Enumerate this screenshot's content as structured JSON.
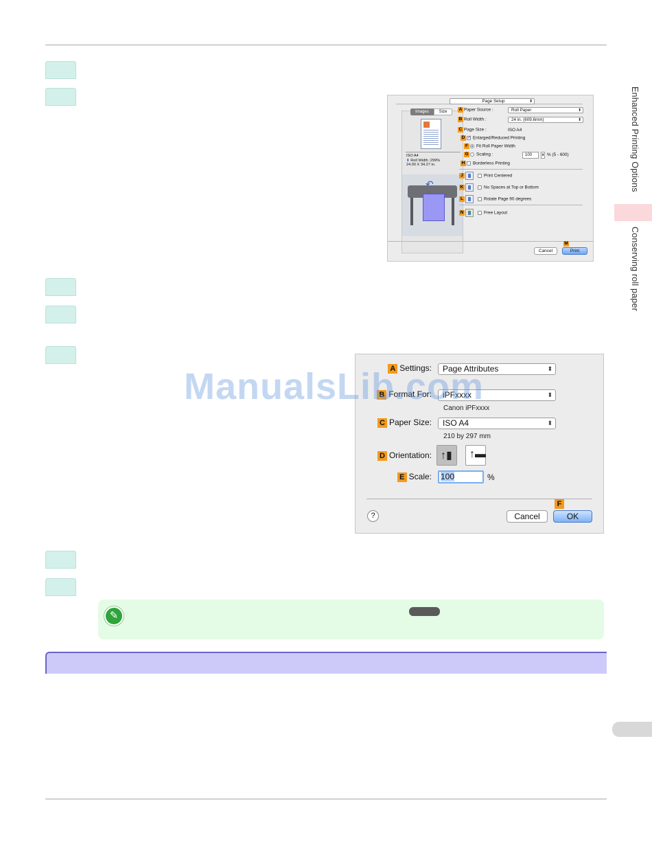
{
  "sidebar": {
    "tab_1": "Enhanced Printing Options",
    "tab_2": "Conserving roll paper"
  },
  "page_setup_dialog": {
    "dropdown": "Page Setup",
    "tabs": [
      "Images",
      "Size"
    ],
    "paper_source": {
      "letter": "A",
      "label": "Paper Source :",
      "value": "Roll Paper"
    },
    "roll_width": {
      "letter": "B",
      "label": "Roll Width :",
      "value": "24 in. (609.6mm)"
    },
    "page_size": {
      "letter": "C",
      "label": "Page Size :",
      "value": "ISO A4"
    },
    "enlarged_reduced": {
      "letter": "D",
      "label": "Enlarged/Reduced Printing"
    },
    "fit_roll": {
      "letter": "F",
      "label": "Fit Roll Paper Width"
    },
    "scaling": {
      "letter": "G",
      "label": "Scaling :",
      "value": "100",
      "range": "% (5 - 600)"
    },
    "borderless": {
      "letter": "H",
      "label": "Borderless Printing"
    },
    "print_centered": {
      "letter": "J",
      "label": "Print Centered"
    },
    "no_spaces": {
      "letter": "K",
      "label": "No Spaces at Top or Bottom"
    },
    "rotate": {
      "letter": "L",
      "label": "Rotate Page 90 degrees"
    },
    "free_layout": {
      "letter": "N",
      "label": "Free Layout"
    },
    "preview_info": {
      "size": "ISO A4",
      "roll_width": "Roll Width :299%",
      "dimensions": "24.00 X 34.27 in."
    },
    "cancel": "Cancel",
    "print_letter": "M",
    "print": "Print"
  },
  "page_attributes_dialog": {
    "settings": {
      "letter": "A",
      "label": "Settings:",
      "value": "Page Attributes"
    },
    "format_for": {
      "letter": "B",
      "label": "Format For:",
      "value": "iPFxxxx",
      "sub": "Canon iPFxxxx"
    },
    "paper_size": {
      "letter": "C",
      "label": "Paper Size:",
      "value": "ISO A4",
      "sub": "210 by 297 mm"
    },
    "orientation": {
      "letter": "D",
      "label": "Orientation:"
    },
    "scale": {
      "letter": "E",
      "label": "Scale:",
      "value": "100",
      "unit": "%"
    },
    "help": "?",
    "cancel": "Cancel",
    "ok_letter": "F",
    "ok": "OK"
  },
  "watermark": "ManualsLib.com"
}
